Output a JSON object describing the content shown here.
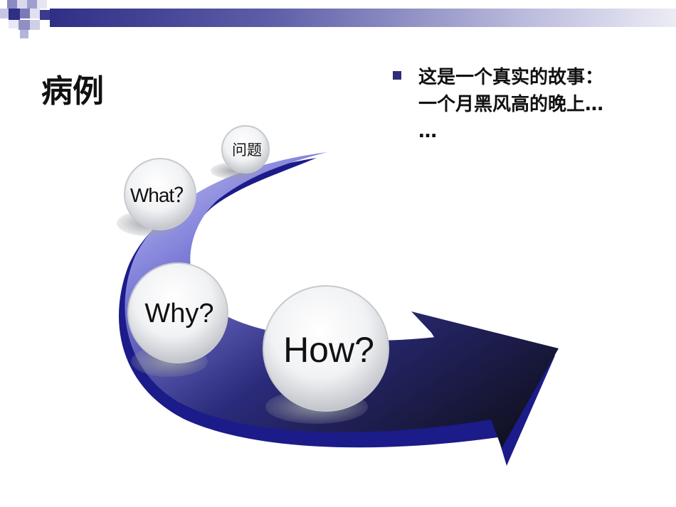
{
  "slide": {
    "title": "病例",
    "bullet_text_line1": "这是一个真实的故事：",
    "bullet_text_line2": "一个月黑风高的晚上…",
    "bullet_text_line3": "…"
  },
  "diagram": {
    "bubbles": [
      {
        "label": "问题"
      },
      {
        "label": "What？"
      },
      {
        "label": "Why?"
      },
      {
        "label": "How?"
      }
    ]
  },
  "colors": {
    "band_dark": "#2f2f86",
    "arrow_blue": "#1b1b8a",
    "arrow_dark": "#111111",
    "bullet": "#2d2d7c"
  }
}
